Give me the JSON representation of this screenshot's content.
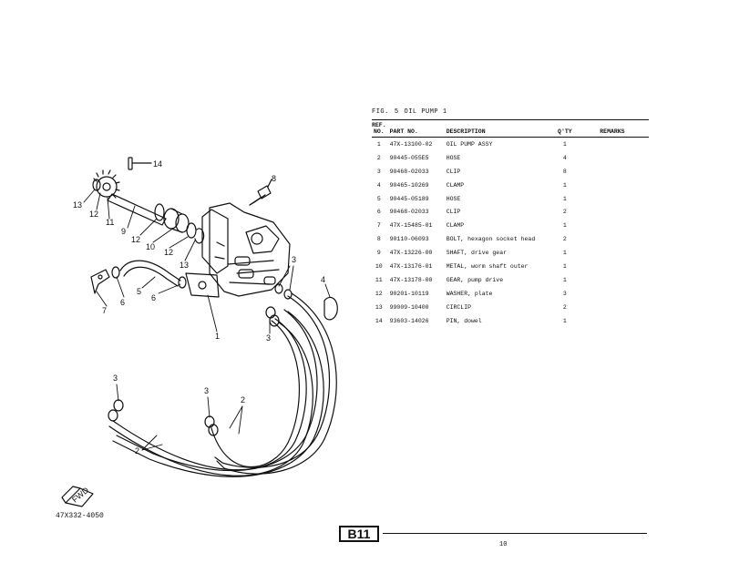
{
  "figure": {
    "fig_label": "FIG.",
    "fig_number": "5",
    "fig_name": "OIL PUMP 1"
  },
  "table": {
    "headers": {
      "ref_line1": "REF.",
      "ref_line2": "NO.",
      "part_no": "PART NO.",
      "description": "DESCRIPTION",
      "qty": "Q'TY",
      "remarks": "REMARKS"
    },
    "rows": [
      {
        "ref": "1",
        "part_no": "47X-13100-02",
        "description": "OIL PUMP ASSY",
        "qty": "1",
        "remarks": ""
      },
      {
        "ref": "2",
        "part_no": "90445-055E5",
        "description": "HOSE",
        "qty": "4",
        "remarks": ""
      },
      {
        "ref": "3",
        "part_no": "90468-02033",
        "description": "CLIP",
        "qty": "8",
        "remarks": ""
      },
      {
        "ref": "4",
        "part_no": "90465-10269",
        "description": "CLAMP",
        "qty": "1",
        "remarks": ""
      },
      {
        "ref": "5",
        "part_no": "90445-05189",
        "description": "HOSE",
        "qty": "1",
        "remarks": ""
      },
      {
        "ref": "6",
        "part_no": "90468-02033",
        "description": "CLIP",
        "qty": "2",
        "remarks": ""
      },
      {
        "ref": "7",
        "part_no": "47X-15485-01",
        "description": "CLAMP",
        "qty": "1",
        "remarks": ""
      },
      {
        "ref": "8",
        "part_no": "90110-06093",
        "description": "BOLT, hexagon socket head",
        "qty": "2",
        "remarks": ""
      },
      {
        "ref": "9",
        "part_no": "47X-13226-00",
        "description": "SHAFT, drive gear",
        "qty": "1",
        "remarks": ""
      },
      {
        "ref": "10",
        "part_no": "47X-13176-01",
        "description": "METAL, worm shaft outer",
        "qty": "1",
        "remarks": ""
      },
      {
        "ref": "11",
        "part_no": "47X-13178-00",
        "description": "GEAR, pump drive",
        "qty": "1",
        "remarks": ""
      },
      {
        "ref": "12",
        "part_no": "90201-10119",
        "description": "WASHER, plate",
        "qty": "3",
        "remarks": ""
      },
      {
        "ref": "13",
        "part_no": "99009-10400",
        "description": "CIRCLIP",
        "qty": "2",
        "remarks": ""
      },
      {
        "ref": "14",
        "part_no": "93603-14026",
        "description": "PIN, dowel",
        "qty": "1",
        "remarks": ""
      }
    ]
  },
  "diagram": {
    "callouts": {
      "c14": "14",
      "c8": "8",
      "c13a": "13",
      "c12a": "12",
      "c11": "11",
      "c9": "9",
      "c12b": "12",
      "c10": "10",
      "c12c": "12",
      "c13b": "13",
      "c5": "5",
      "c6a": "6",
      "c6b": "6",
      "c7": "7",
      "c1": "1",
      "c3a": "3",
      "c3b": "3",
      "c4": "4",
      "c3c": "3",
      "c3d": "3",
      "c2a": "2",
      "c2b": "2"
    },
    "fwd_mark": "FWD"
  },
  "model_code": "47X332-4050",
  "page_badge": "B11",
  "page_number": "10"
}
